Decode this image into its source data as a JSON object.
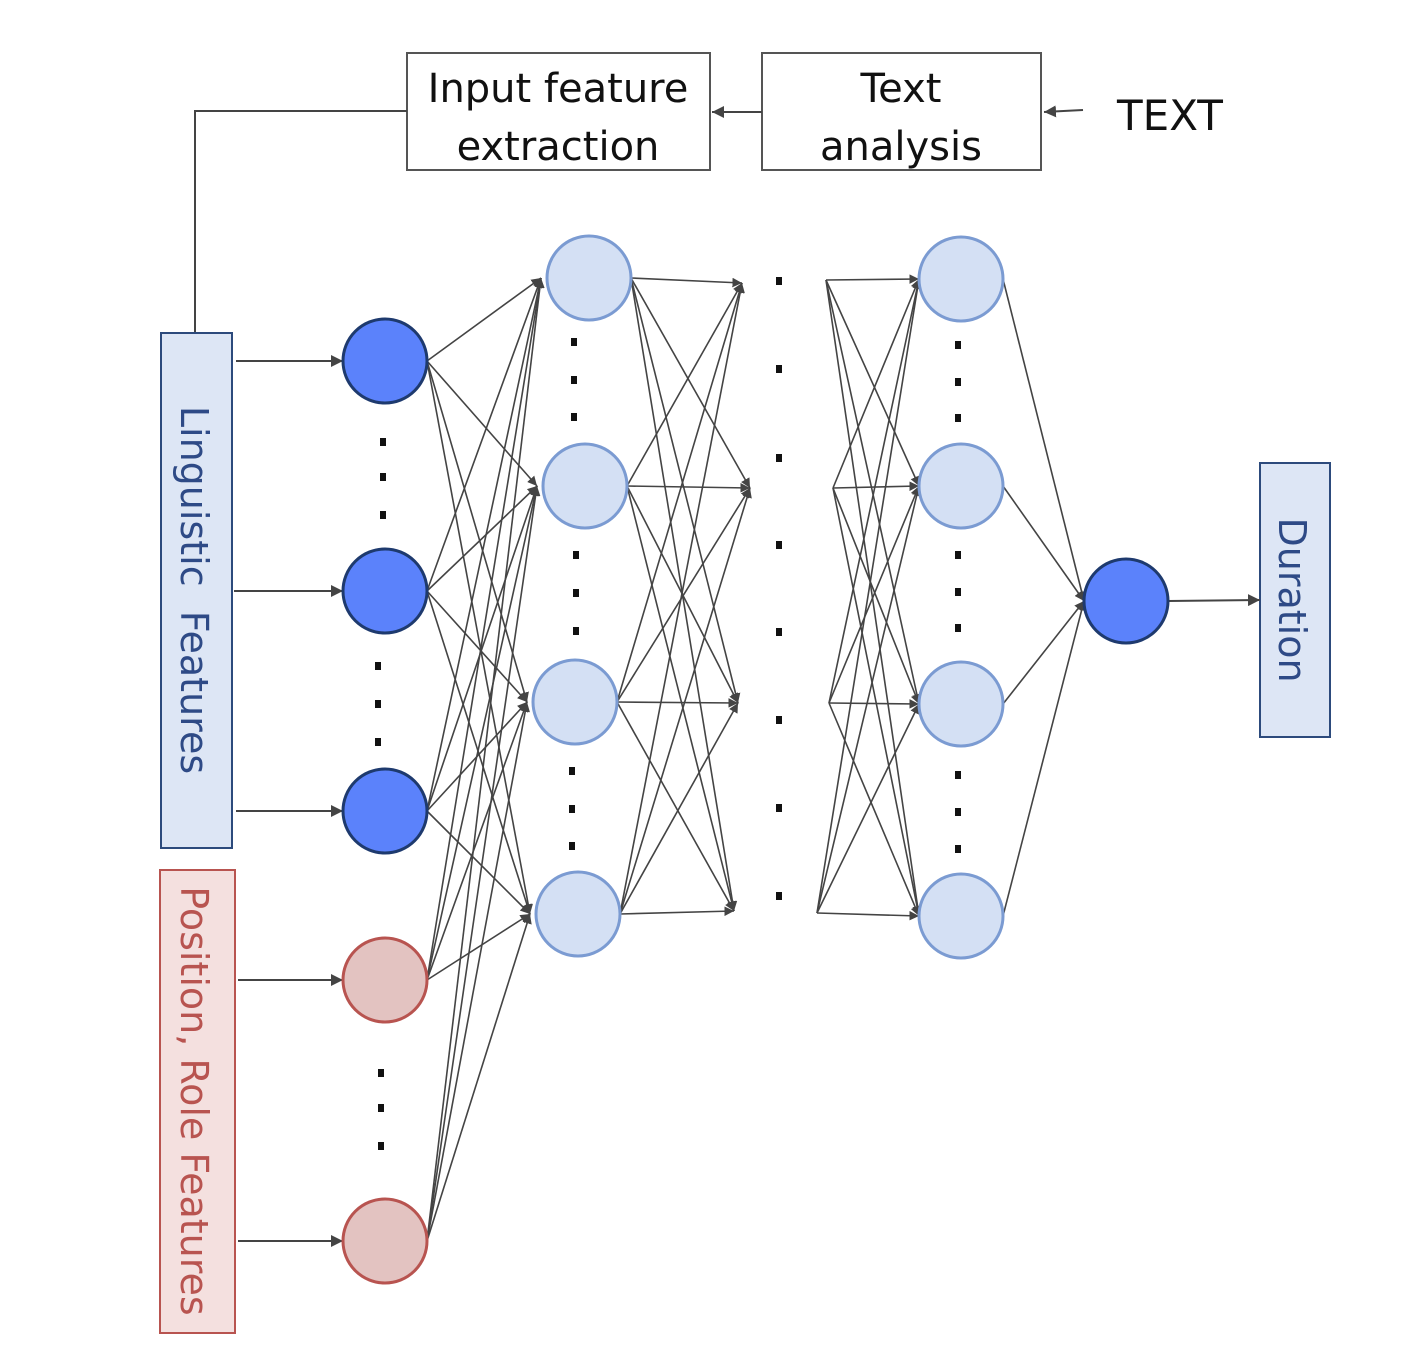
{
  "boxes": {
    "input_feature": {
      "line1": "Input feature",
      "line2": "extraction"
    },
    "text_analysis": {
      "line1": "Text",
      "line2": "analysis"
    },
    "text_input": "TEXT",
    "linguistic": "Linguistic  Features",
    "position_role": "Position, Role Features",
    "duration": "Duration"
  },
  "colors": {
    "input_node_fill": "#5b82fb",
    "input_node_stroke": "#1e3a6e",
    "hidden_node_fill": "#d4e0f4",
    "hidden_node_stroke": "#7b9bd2",
    "position_node_fill": "#e3c3c1",
    "position_node_stroke": "#b85450",
    "linguistic_box_fill": "#dde6f5",
    "linguistic_box_stroke": "#2c4a7c",
    "linguistic_text": "#2e4a86",
    "position_box_fill": "#f4e0df",
    "position_box_stroke": "#b85450",
    "position_text": "#b85450",
    "edge": "#444444"
  }
}
